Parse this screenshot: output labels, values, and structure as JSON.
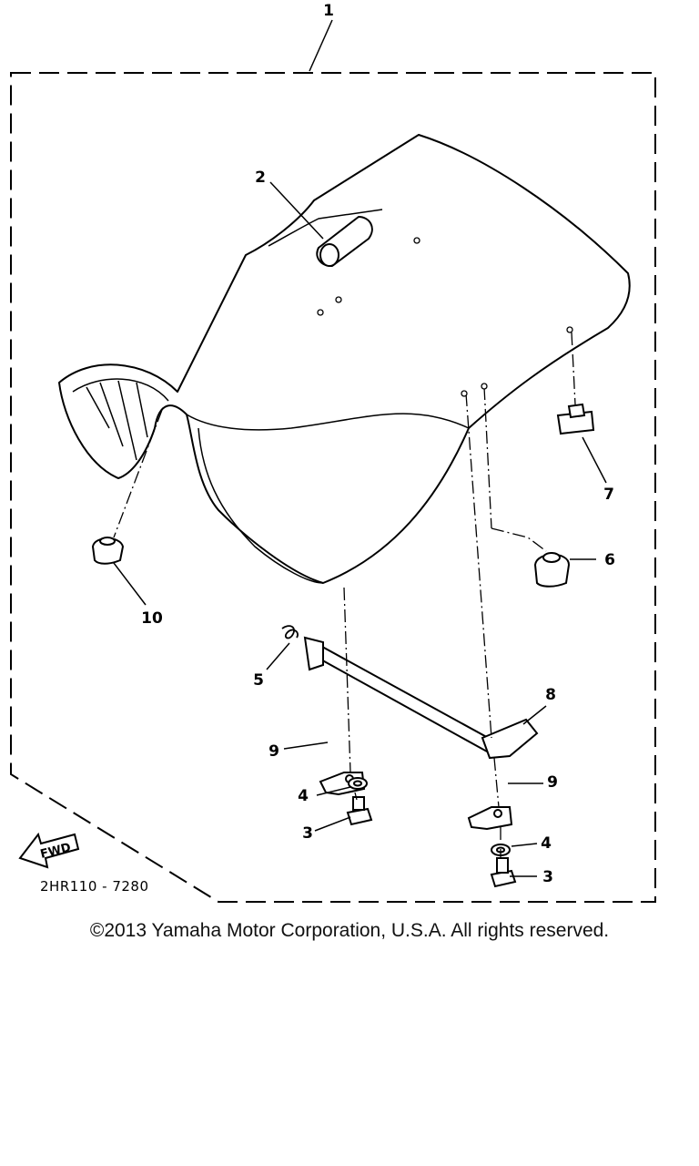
{
  "callouts": [
    "1",
    "2",
    "3",
    "3",
    "4",
    "4",
    "5",
    "6",
    "7",
    "8",
    "9",
    "9",
    "10"
  ],
  "drawing_code": "2HR110 - 7280",
  "fwd_label": "FWD",
  "copyright": "©2013 Yamaha Motor Corporation, U.S.A. All rights reserved."
}
